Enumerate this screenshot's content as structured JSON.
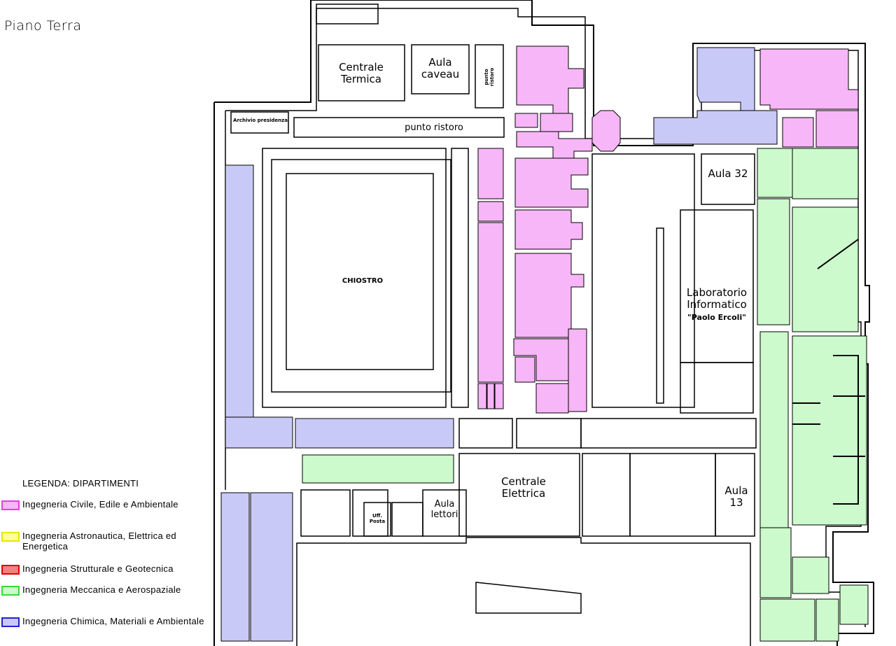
{
  "title": "Piano Terra",
  "legend": {
    "title": "LEGENDA: DIPARTIMENTI",
    "items": [
      {
        "label": "Ingegneria Civile, Edile e Ambientale",
        "fill": "#f7b6f7",
        "stroke": "#e040e0"
      },
      {
        "label": "Ingegneria Astronautica, Elettrica ed Energetica",
        "fill": "#ffff99",
        "stroke": "#e6e600"
      },
      {
        "label": "Ingegneria Strutturale e Geotecnica",
        "fill": "#f58080",
        "stroke": "#e00000"
      },
      {
        "label": "Ingegneria Meccanica e Aerospaziale",
        "fill": "#ccfacc",
        "stroke": "#33dd33"
      },
      {
        "label": "Ingegneria Chimica, Materiali e Ambientale",
        "fill": "#c9c9f7",
        "stroke": "#2222cc"
      }
    ]
  },
  "rooms": {
    "centrale_termica": "Centrale Termica",
    "aula_caveau": "Aula caveau",
    "punto_ristoro_vertical": "punto ristoro",
    "archivio_presidenza": "Archivio presidenza",
    "punto_ristoro": "punto ristoro",
    "chiostro": "CHIOSTRO",
    "aula_32": "Aula 32",
    "laboratorio": "Laboratorio Informatico",
    "laboratorio_name": "\"Paolo Ercoli\"",
    "centrale_elettrica": "Centrale Elettrica",
    "aula_13": "Aula 13",
    "uff_posta": "Uff. Posta",
    "aula_lettori": "Aula lettori"
  },
  "colors": {
    "civile": "#f7b6f7",
    "meccanica": "#ccfacc",
    "chimica": "#c9c9f7",
    "walls": "#000000",
    "background": "#ffffff"
  }
}
